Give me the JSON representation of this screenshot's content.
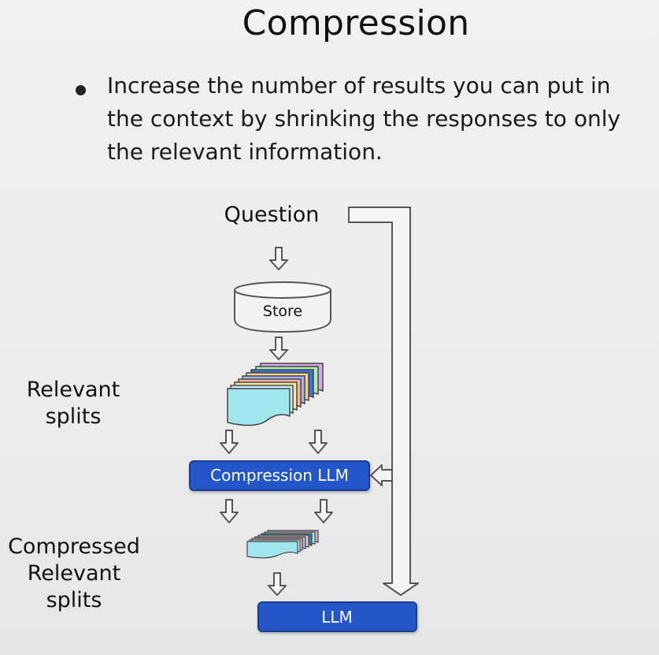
{
  "slide": {
    "title": "Compression",
    "bullets": [
      "Increase the number of results you can put in the context by shrinking the responses to only the relevant information."
    ]
  },
  "diagram": {
    "question_label": "Question",
    "store_label": "Store",
    "relevant_splits_label_line1": "Relevant",
    "relevant_splits_label_line2": "splits",
    "compression_llm_label": "Compression LLM",
    "compressed_label_line1": "Compressed",
    "compressed_label_line2": "Relevant",
    "compressed_label_line3": "splits",
    "llm_label": "LLM",
    "colors": {
      "llm_box_fill": "#2456c9",
      "llm_box_border": "#1a3d8f",
      "store_fill": "#f2f2f2",
      "arrow_fill": "#f4f4f4",
      "arrow_stroke": "#555555",
      "split_colors": [
        "#d9a8e8",
        "#a7f0b0",
        "#3f6fd8",
        "#f2cf8c",
        "#9fb4f0",
        "#f6b6a8",
        "#ffe39a",
        "#c9f0ff",
        "#9fe6ee"
      ]
    }
  }
}
